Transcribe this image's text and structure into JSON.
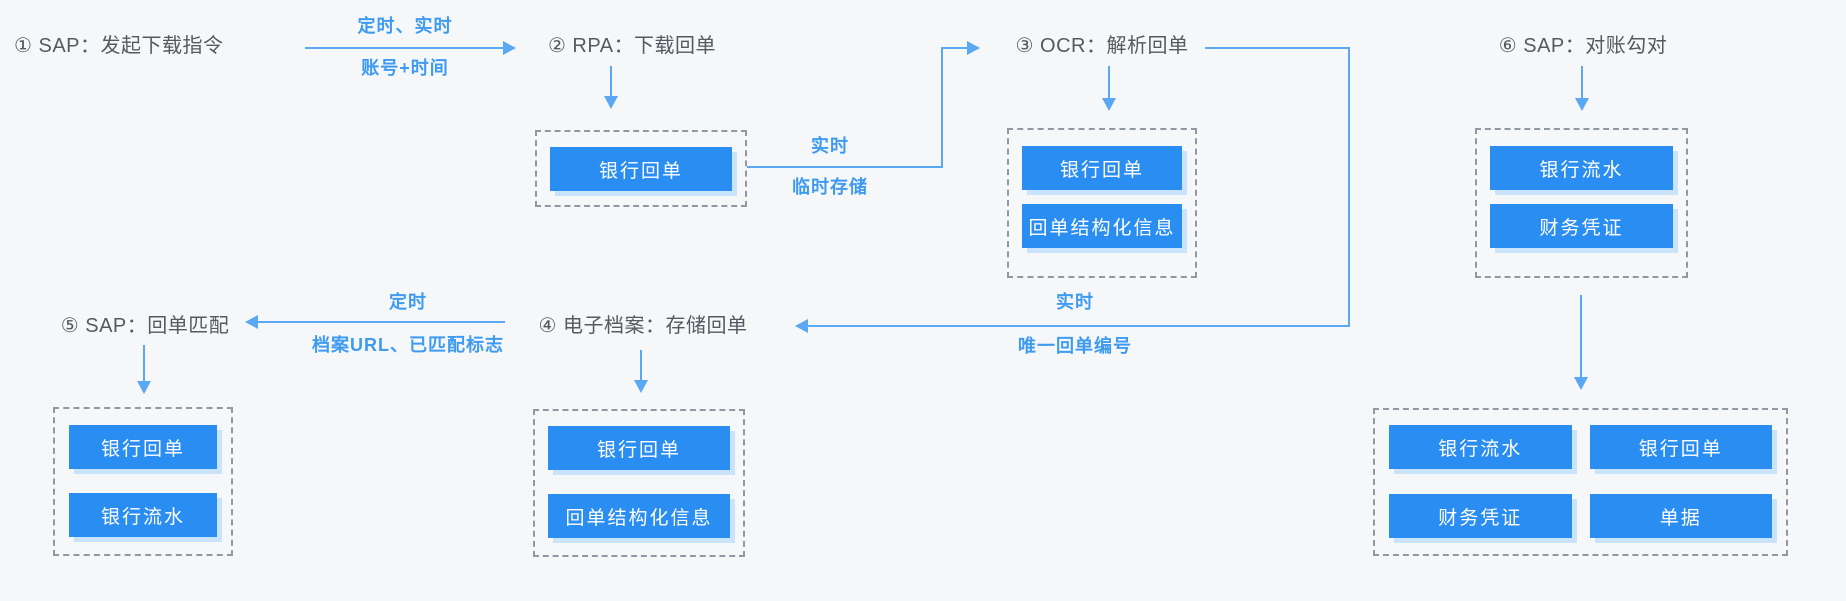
{
  "diagram": {
    "steps": [
      {
        "title": "① SAP：发起下载指令",
        "items": []
      },
      {
        "title": "② RPA：下载回单",
        "items": [
          "银行回单"
        ]
      },
      {
        "title": "③ OCR：解析回单",
        "items": [
          "银行回单",
          "回单结构化信息"
        ]
      },
      {
        "title": "④ 电子档案：存储回单",
        "items": [
          "银行回单",
          "回单结构化信息"
        ]
      },
      {
        "title": "⑤ SAP：回单匹配",
        "items": [
          "银行回单",
          "银行流水"
        ]
      },
      {
        "title": "⑥ SAP：对账勾对",
        "items": [
          "银行流水",
          "财务凭证"
        ]
      }
    ],
    "result_box": {
      "items": [
        "银行流水",
        "银行回单",
        "财务凭证",
        "单据"
      ]
    },
    "connectors": [
      {
        "from": "step1",
        "to": "step2",
        "label_top": "定时、实时",
        "label_bottom": "账号+时间"
      },
      {
        "from": "step2",
        "to": "step3",
        "label_top": "实时",
        "label_bottom": "临时存储"
      },
      {
        "from": "step3",
        "to": "step4",
        "label_top": "实时",
        "label_bottom": "唯一回单编号"
      },
      {
        "from": "step4",
        "to": "step5",
        "label_top": "定时",
        "label_bottom": "档案URL、已匹配标志"
      }
    ],
    "colors": {
      "background": "#f6f7f9",
      "title_text": "#555a61",
      "line_blue": "#5aa7f3",
      "label_blue": "#3f9bf1",
      "chip_blue": "#2a8df2",
      "chip_shadow": "#c9e3fb",
      "chip_text": "#ffffff",
      "dash_border": "#9099a3"
    }
  }
}
